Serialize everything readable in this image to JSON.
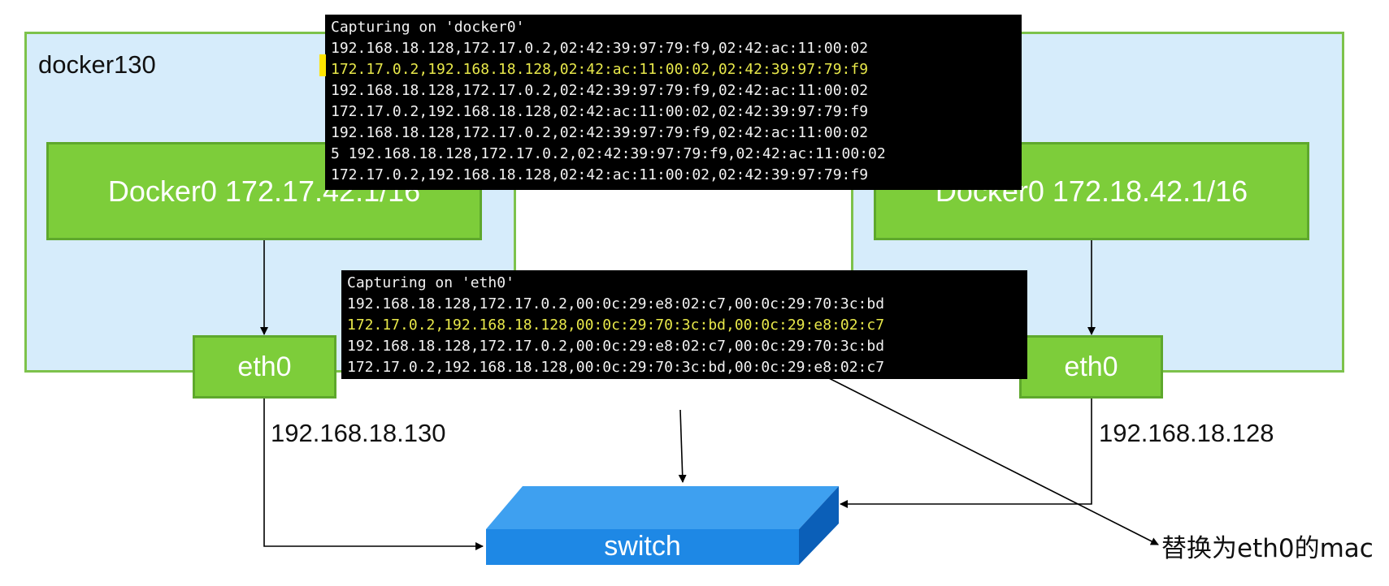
{
  "hosts": {
    "left": {
      "title": "docker130",
      "bridge": "Docker0 172.17.42.1/16",
      "eth": "eth0",
      "ip": "192.168.18.130"
    },
    "right": {
      "title": "",
      "bridge": "Docker0 172.18.42.1/16",
      "eth": "eth0",
      "ip": "192.168.18.128"
    }
  },
  "terminals": {
    "docker0": {
      "header": "Capturing on 'docker0'",
      "lines": [
        "192.168.18.128,172.17.0.2,02:42:39:97:79:f9,02:42:ac:11:00:02",
        "172.17.0.2,192.168.18.128,02:42:ac:11:00:02,02:42:39:97:79:f9",
        "192.168.18.128,172.17.0.2,02:42:39:97:79:f9,02:42:ac:11:00:02",
        "172.17.0.2,192.168.18.128,02:42:ac:11:00:02,02:42:39:97:79:f9",
        "192.168.18.128,172.17.0.2,02:42:39:97:79:f9,02:42:ac:11:00:02",
        "5 192.168.18.128,172.17.0.2,02:42:39:97:79:f9,02:42:ac:11:00:02",
        "172.17.0.2,192.168.18.128,02:42:ac:11:00:02,02:42:39:97:79:f9"
      ]
    },
    "eth0": {
      "header": "Capturing on 'eth0'",
      "lines": [
        "192.168.18.128,172.17.0.2,00:0c:29:e8:02:c7,00:0c:29:70:3c:bd",
        "172.17.0.2,192.168.18.128,00:0c:29:70:3c:bd,00:0c:29:e8:02:c7",
        "192.168.18.128,172.17.0.2,00:0c:29:e8:02:c7,00:0c:29:70:3c:bd",
        "172.17.0.2,192.168.18.128,00:0c:29:70:3c:bd,00:0c:29:e8:02:c7"
      ]
    }
  },
  "switch": {
    "label": "switch"
  },
  "callout": {
    "text": "替换为eth0的mac"
  },
  "colors": {
    "host_fill": "#d6ecfb",
    "host_border": "#7dc24b",
    "node_fill": "#7dcd3a",
    "switch_front": "#1e88e5",
    "switch_top": "#3ea0f0",
    "switch_side": "#0b5fb8",
    "terminal_bg": "#000000",
    "terminal_highlight": "#e8e84a"
  }
}
